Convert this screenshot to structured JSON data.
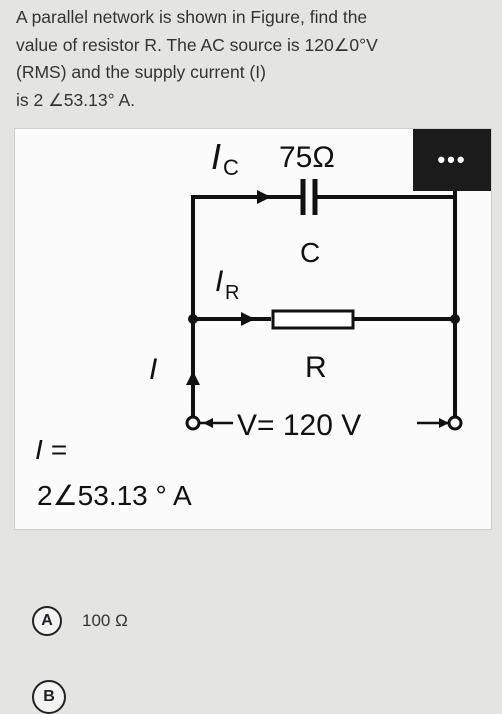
{
  "question": {
    "lines": [
      "A parallel network is shown in Figure, find the",
      "value of resistor R. The AC source is 120∠0°V",
      "(RMS) and the supply current (I)",
      "is 2 ∠53.13° A."
    ]
  },
  "figure": {
    "more_label": "•••",
    "ic_label": "I",
    "ic_sub": "C",
    "cap_value": "75Ω",
    "cap_letter": "C",
    "ir_label": "I",
    "ir_sub": "R",
    "i_label": "I",
    "r_letter": "R",
    "voltage": "V= 120 V",
    "i_eq": "I =",
    "i_value": "2∠53.13 ° A"
  },
  "options": [
    {
      "letter": "A",
      "text": "100  Ω"
    },
    {
      "letter": "B",
      "text": ""
    }
  ]
}
